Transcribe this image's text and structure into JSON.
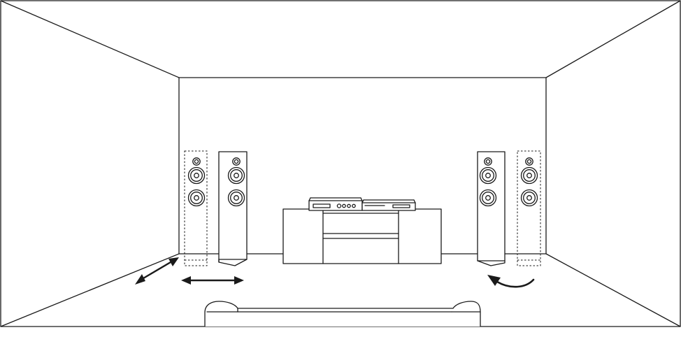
{
  "diagram": {
    "colors": {
      "line": "#1a1a1a",
      "background": "#ffffff"
    },
    "elements": [
      "room-outline",
      "back-wall",
      "front-left-speaker",
      "front-left-speaker-alternate-position",
      "front-right-speaker",
      "front-right-speaker-alternate-position",
      "media-console",
      "av-receiver",
      "cd-player",
      "sofa-back",
      "left-right-double-arrow",
      "diagonal-double-arrow",
      "toe-in-curved-arrow"
    ]
  }
}
